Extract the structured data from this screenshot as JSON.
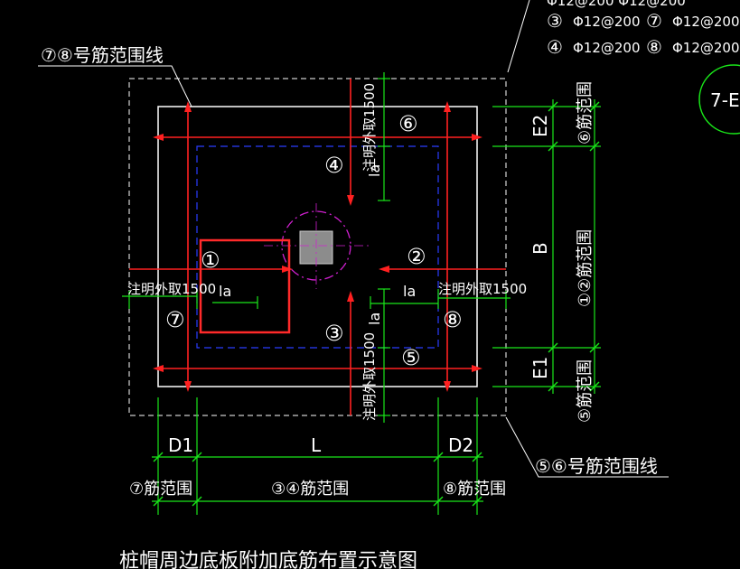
{
  "colors": {
    "background": "#000000",
    "outline": "#ffffff",
    "rebar": "#ff2020",
    "dimension": "#19e619",
    "dashed_blue": "#2a3cff",
    "pile_ring": "#d020d0",
    "highlight_box": "#ff2a2a",
    "column_fill": "#8c8c8c"
  },
  "legend": {
    "rows": [
      {
        "left_num": "③",
        "left_spec": "Φ12@200",
        "right_num": "⑦",
        "right_spec": "Φ12@200"
      },
      {
        "left_num": "④",
        "left_spec": "Φ12@200",
        "right_num": "⑧",
        "right_spec": "Φ12@200"
      }
    ],
    "clipped_top_row": "Φ12@200    Φ12@200"
  },
  "badge": "7-E",
  "labels": {
    "range_line_78": "⑦⑧号筋范围线",
    "range_line_56": "⑤⑥号筋范围线",
    "note_left": "注明外取1500",
    "note_right": "注明外取1500",
    "note_top": "注明外取1500",
    "note_bottom": "注明外取1500",
    "la": "la",
    "bar_1": "①",
    "bar_2": "②",
    "bar_3": "③",
    "bar_4": "④",
    "bar_5": "⑤",
    "bar_6": "⑥",
    "bar_7": "⑦",
    "bar_8": "⑧",
    "dim_D1": "D1",
    "dim_L": "L",
    "dim_D2": "D2",
    "dim_E1": "E1",
    "dim_B": "B",
    "dim_E2": "E2",
    "range_7": "⑦筋范围",
    "range_34": "③④筋范围",
    "range_8": "⑧筋范围",
    "range_6": "⑥筋范围",
    "range_12": "①②筋范围",
    "range_5": "⑤筋范围",
    "caption": "桩帽周边底板附加底筋布置示意图"
  }
}
